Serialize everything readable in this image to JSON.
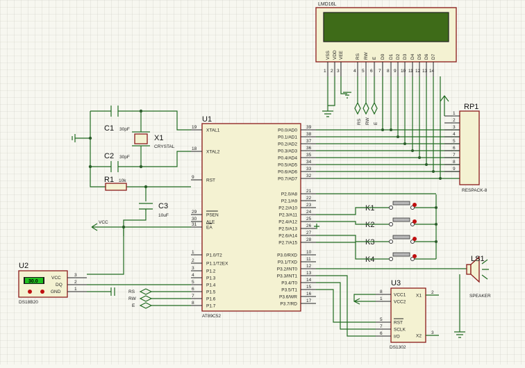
{
  "lcd": {
    "ref": "LMD16L",
    "pins": [
      "VSS",
      "VDD",
      "VEE",
      "RS",
      "RW",
      "E",
      "D0",
      "D1",
      "D2",
      "D3",
      "D4",
      "D5",
      "D6",
      "D7"
    ],
    "pin_numbers": [
      "1",
      "2",
      "3",
      "4",
      "5",
      "6",
      "7",
      "8",
      "9",
      "10",
      "11",
      "12",
      "13",
      "14"
    ],
    "net_labels": [
      "RS",
      "RW",
      "E"
    ],
    "screen_color": "#3e6b18"
  },
  "mcu": {
    "ref": "U1",
    "part": "AT89C52",
    "left_pins": [
      {
        "name": "XTAL1",
        "num": "19"
      },
      {
        "name": "XTAL2",
        "num": "18"
      },
      {
        "name": "RST",
        "num": "9"
      },
      {
        "name": "PSEN",
        "num": "29"
      },
      {
        "name": "ALE",
        "num": "30"
      },
      {
        "name": "EA",
        "num": "31"
      },
      {
        "name": "P1.0/T2",
        "num": "1"
      },
      {
        "name": "P1.1/T2EX",
        "num": "2"
      },
      {
        "name": "P1.2",
        "num": "3"
      },
      {
        "name": "P1.3",
        "num": "4"
      },
      {
        "name": "P1.4",
        "num": "5"
      },
      {
        "name": "P1.5",
        "num": "6"
      },
      {
        "name": "P1.6",
        "num": "7"
      },
      {
        "name": "P1.7",
        "num": "8"
      }
    ],
    "right_pins": [
      {
        "name": "P0.0/AD0",
        "num": "39"
      },
      {
        "name": "P0.1/AD1",
        "num": "38"
      },
      {
        "name": "P0.2/AD2",
        "num": "37"
      },
      {
        "name": "P0.3/AD3",
        "num": "36"
      },
      {
        "name": "P0.4/AD4",
        "num": "35"
      },
      {
        "name": "P0.5/AD5",
        "num": "34"
      },
      {
        "name": "P0.6/AD6",
        "num": "33"
      },
      {
        "name": "P0.7/AD7",
        "num": "32"
      },
      {
        "name": "P2.0/A8",
        "num": "21"
      },
      {
        "name": "P2.1/A9",
        "num": "22"
      },
      {
        "name": "P2.2/A10",
        "num": "23"
      },
      {
        "name": "P2.3/A11",
        "num": "24"
      },
      {
        "name": "P2.4/A12",
        "num": "25"
      },
      {
        "name": "P2.5/A13",
        "num": "26"
      },
      {
        "name": "P2.6/A14",
        "num": "27"
      },
      {
        "name": "P2.7/A15",
        "num": "28"
      },
      {
        "name": "P3.0/RXD",
        "num": "10"
      },
      {
        "name": "P3.1/TXD",
        "num": "11"
      },
      {
        "name": "P3.2/INT0",
        "num": "12"
      },
      {
        "name": "P3.3/INT1",
        "num": "13"
      },
      {
        "name": "P3.4/T0",
        "num": "14"
      },
      {
        "name": "P3.5/T1",
        "num": "15"
      },
      {
        "name": "P3.6/WR",
        "num": "16"
      },
      {
        "name": "P3.7/RD",
        "num": "17"
      }
    ]
  },
  "c1": {
    "ref": "C1",
    "value": "30pF"
  },
  "c2": {
    "ref": "C2",
    "value": "30pF"
  },
  "c3": {
    "ref": "C3",
    "value": "10uF"
  },
  "x1": {
    "ref": "X1",
    "value": "CRYSTAL"
  },
  "r1": {
    "ref": "R1",
    "value": "10k"
  },
  "vcc": {
    "label": "VCC"
  },
  "rp1": {
    "ref": "RP1",
    "part": "RESPACK-8",
    "pins": [
      "1",
      "2",
      "3",
      "4",
      "5",
      "6",
      "7",
      "8",
      "9"
    ]
  },
  "keys": [
    {
      "ref": "K1"
    },
    {
      "ref": "K2"
    },
    {
      "ref": "K3"
    },
    {
      "ref": "K4"
    }
  ],
  "ls1": {
    "ref": "LS1",
    "part": "SPEAKER"
  },
  "u2": {
    "ref": "U2",
    "part": "DS18B20",
    "display": "30.0",
    "pins": [
      {
        "name": "VCC",
        "num": "3"
      },
      {
        "name": "DQ",
        "num": "2"
      },
      {
        "name": "GND",
        "num": "1"
      }
    ]
  },
  "u3": {
    "ref": "U3",
    "part": "DS1302",
    "left_pins": [
      {
        "name": "VCC1",
        "num": "8"
      },
      {
        "name": "VCC2",
        "num": "1"
      },
      {
        "name": "RST",
        "num": "5"
      },
      {
        "name": "SCLK",
        "num": "7"
      },
      {
        "name": "I/O",
        "num": "6"
      }
    ],
    "right_pins": [
      {
        "name": "X1",
        "num": "2"
      },
      {
        "name": "X2",
        "num": "3"
      }
    ]
  },
  "nets": {
    "rs": "RS",
    "rw": "RW",
    "e": "E"
  }
}
